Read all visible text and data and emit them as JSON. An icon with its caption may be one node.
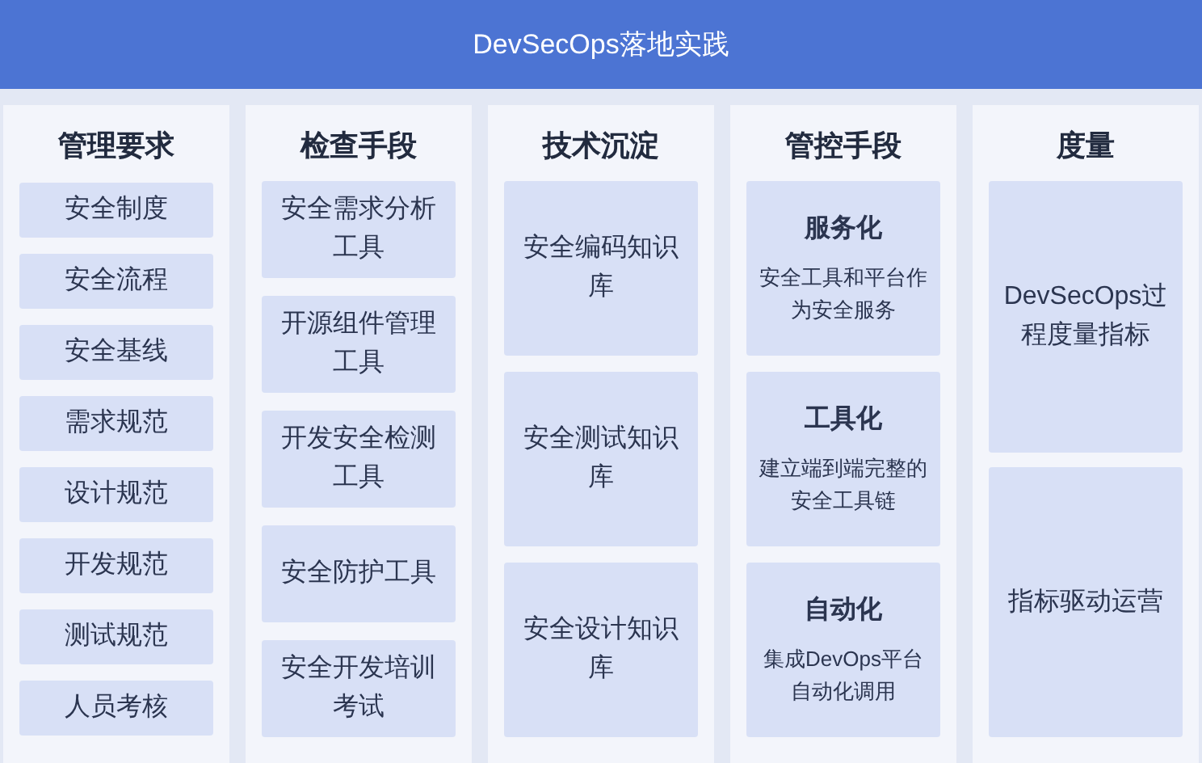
{
  "diagram": {
    "nodes": [
      {
        "text": [
          "DevSecOps落地实践"
        ]
      },
      {
        "text": [
          "管理要求"
        ]
      },
      {
        "text": [
          "安全制度"
        ],
        "in": 1
      },
      {
        "text": [
          "安全流程"
        ],
        "in": 1
      },
      {
        "text": [
          "安全基线"
        ],
        "in": 1
      },
      {
        "text": [
          "需求规范"
        ],
        "in": 1
      },
      {
        "text": [
          "设计规范"
        ],
        "in": 1
      },
      {
        "text": [
          "开发规范"
        ],
        "in": 1
      },
      {
        "text": [
          "测试规范"
        ],
        "in": 1
      },
      {
        "text": [
          "人员考核"
        ],
        "in": 1
      },
      {
        "text": [
          "检查手段"
        ]
      },
      {
        "text": [
          "安全需求分析工具"
        ],
        "in": 10
      },
      {
        "text": [
          "开源组件管理工具"
        ],
        "in": 10
      },
      {
        "text": [
          "开发安全检测工具"
        ],
        "in": 10
      },
      {
        "text": [
          "安全防护工具"
        ],
        "in": 10
      },
      {
        "text": [
          "安全开发培训考试"
        ],
        "in": 10
      },
      {
        "text": [
          "技术沉淀"
        ]
      },
      {
        "text": [
          "安全编码知识库"
        ],
        "in": 16
      },
      {
        "text": [
          "安全测试知识库"
        ],
        "in": 16
      },
      {
        "text": [
          "安全设计知识库"
        ],
        "in": 16
      },
      {
        "text": [
          "管控手段"
        ]
      },
      {
        "text": [
          "服务化",
          "安全工具和平台作为安全服务"
        ],
        "in": 20
      },
      {
        "text": [
          "工具化",
          "建立端到端完整的安全工具链"
        ],
        "in": 20
      },
      {
        "text": [
          "自动化",
          "集成DevOps平台自动化调用"
        ],
        "in": 20
      },
      {
        "text": [
          "度量"
        ]
      },
      {
        "text": [
          "DevSecOps过程度量指标"
        ],
        "in": 24
      },
      {
        "text": [
          "指标驱动运营"
        ],
        "in": 24
      }
    ]
  }
}
